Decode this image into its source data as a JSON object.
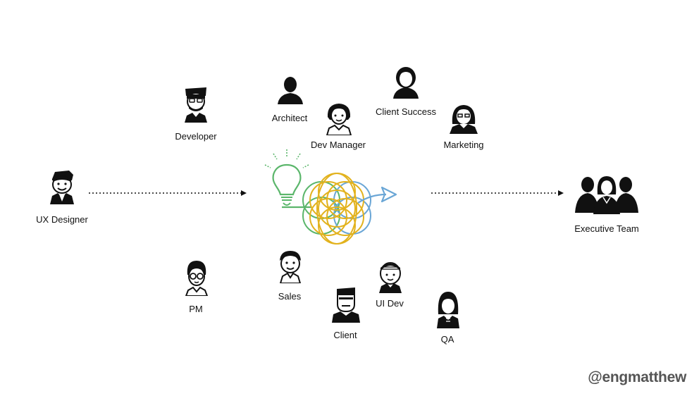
{
  "people": {
    "ux_designer": "UX Designer",
    "developer": "Developer",
    "architect": "Architect",
    "dev_manager": "Dev Manager",
    "client_success": "Client Success",
    "marketing": "Marketing",
    "pm": "PM",
    "sales": "Sales",
    "client": "Client",
    "ui_dev": "UI Dev",
    "qa": "QA",
    "executive_team": "Executive Team"
  },
  "watermark": "@engmatthew",
  "colors": {
    "bulb": "#5bb66b",
    "gold": "#e2b21d",
    "blue": "#6aa6d6",
    "arrow": "#111111"
  },
  "icons": [
    "person-icon",
    "lightbulb-icon",
    "flower-of-life-icon",
    "direction-arrow-icon",
    "group-icon"
  ]
}
